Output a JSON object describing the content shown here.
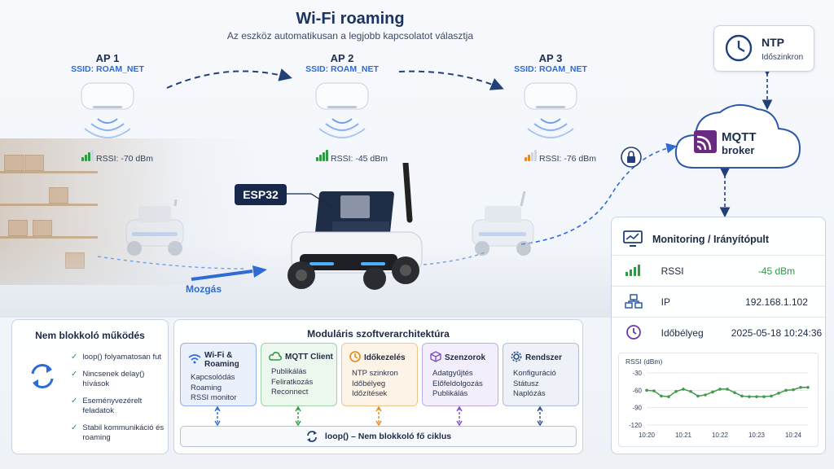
{
  "header": {
    "title": "Wi-Fi roaming",
    "subtitle": "Az eszköz automatikusan a legjobb kapcsolatot választja"
  },
  "access_points": [
    {
      "name": "AP 1",
      "ssid": "SSID: ROAM_NET",
      "rssi": "RSSI: -70 dBm",
      "color": "#2e9a44",
      "level": 0.75
    },
    {
      "name": "AP 2",
      "ssid": "SSID: ROAM_NET",
      "rssi": "RSSI: -45 dBm",
      "color": "#2e9a44",
      "level": 1.0
    },
    {
      "name": "AP 3",
      "ssid": "SSID: ROAM_NET",
      "rssi": "RSSI: -76 dBm",
      "color": "#e48a2a",
      "level": 0.5
    }
  ],
  "robot": {
    "tag": "ESP32",
    "movement_label": "Mozgás"
  },
  "ntp": {
    "title": "NTP",
    "subtitle": "Időszinkron"
  },
  "mqtt": {
    "title": "MQTT",
    "subtitle": "broker"
  },
  "monitoring": {
    "title": "Monitoring / Irányítópult",
    "rows": [
      {
        "label": "RSSI",
        "value": "-45 dBm",
        "value_color": "#2e9a44"
      },
      {
        "label": "IP",
        "value": "192.168.1.102",
        "value_color": "#1e2a44"
      },
      {
        "label": "Időbélyeg",
        "value": "2025-05-18 10:24:36",
        "value_color": "#1e2a44"
      }
    ]
  },
  "chart_data": {
    "type": "line",
    "title": "RSSI (dBm)",
    "x_ticks": [
      "10:20",
      "10:21",
      "10:22",
      "10:23",
      "10:24"
    ],
    "y_ticks": [
      -30,
      -60,
      -90,
      -120
    ],
    "ylim": [
      -120,
      -30
    ],
    "xlim": [
      0,
      4.4
    ],
    "series": [
      {
        "color": "#3f9a4a",
        "x": [
          0,
          0.2,
          0.4,
          0.6,
          0.8,
          1.0,
          1.2,
          1.4,
          1.6,
          1.8,
          2.0,
          2.2,
          2.4,
          2.6,
          2.8,
          3.0,
          3.2,
          3.4,
          3.6,
          3.8,
          4.0,
          4.2,
          4.4
        ],
        "values": [
          -60,
          -61,
          -70,
          -71,
          -62,
          -58,
          -62,
          -70,
          -68,
          -63,
          -58,
          -58,
          -64,
          -70,
          -71,
          -71,
          -71,
          -70,
          -65,
          -60,
          -59,
          -55,
          -55
        ]
      }
    ],
    "grid": true
  },
  "nonblocking": {
    "title": "Nem blokkoló működés",
    "items": [
      "loop() folyamatosan fut",
      "Nincsenek delay() hívások",
      "Eseményvezérelt feladatok",
      "Stabil kommunikáció és roaming"
    ]
  },
  "architecture": {
    "title": "Moduláris szoftverarchitektúra",
    "modules": [
      {
        "title": "Wi-Fi & Roaming",
        "icon": "wifi-icon",
        "color": "#2d6bd6",
        "bg": "#eaf1fc",
        "border": "#8fb0e6",
        "items": [
          "Kapcsolódás",
          "Roaming",
          "RSSI monitor"
        ]
      },
      {
        "title": "MQTT Client",
        "icon": "cloud-icon",
        "color": "#2e9a44",
        "bg": "#ecf7ee",
        "border": "#9fd0a8",
        "items": [
          "Publikálás",
          "Feliratkozás",
          "Reconnect"
        ]
      },
      {
        "title": "Időkezelés",
        "icon": "clock-icon",
        "color": "#e08a1e",
        "bg": "#fdf3e6",
        "border": "#efc48a",
        "items": [
          "NTP szinkron",
          "Időbélyeg",
          "Időzítések"
        ]
      },
      {
        "title": "Szenzorok",
        "icon": "cube-icon",
        "color": "#7d4fc2",
        "bg": "#f3eefb",
        "border": "#c2abe4",
        "items": [
          "Adatgyűjtés",
          "Előfeldolgozás",
          "Publikálás"
        ]
      },
      {
        "title": "Rendszer",
        "icon": "gear-icon",
        "color": "#2d4f86",
        "bg": "#eef2f8",
        "border": "#aebcd4",
        "items": [
          "Konfiguráció",
          "Státusz",
          "Naplózás"
        ]
      }
    ],
    "loop_label": "loop() – Nem blokkoló fő ciklus"
  }
}
